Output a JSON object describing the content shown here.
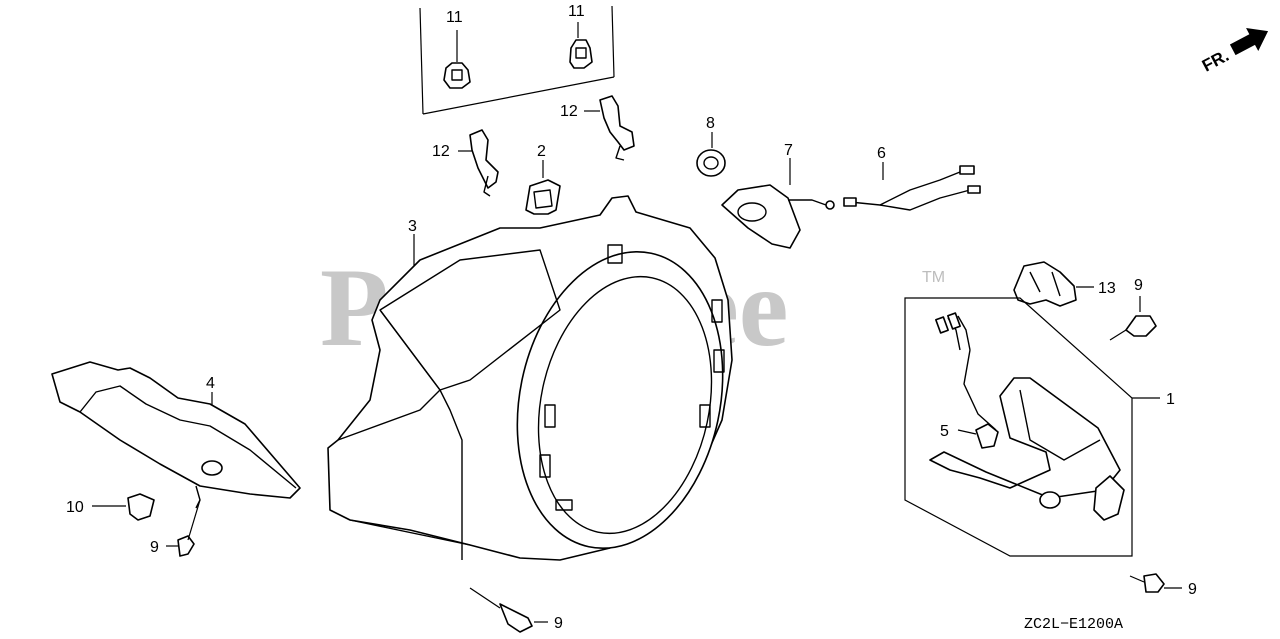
{
  "watermark": {
    "text": "PartsTree",
    "trademark": "TM"
  },
  "orientation": {
    "label": "FR.",
    "icon": "arrow-right-icon"
  },
  "diagram_code": "ZC2L−E1200A",
  "callouts": {
    "c1": "1",
    "c2": "2",
    "c3": "3",
    "c4": "4",
    "c5": "5",
    "c6": "6",
    "c7": "7",
    "c8": "8",
    "c9a": "9",
    "c9b": "9",
    "c9c": "9",
    "c9d": "9",
    "c10": "10",
    "c11a": "11",
    "c11b": "11",
    "c12a": "12",
    "c12b": "12",
    "c13": "13"
  }
}
